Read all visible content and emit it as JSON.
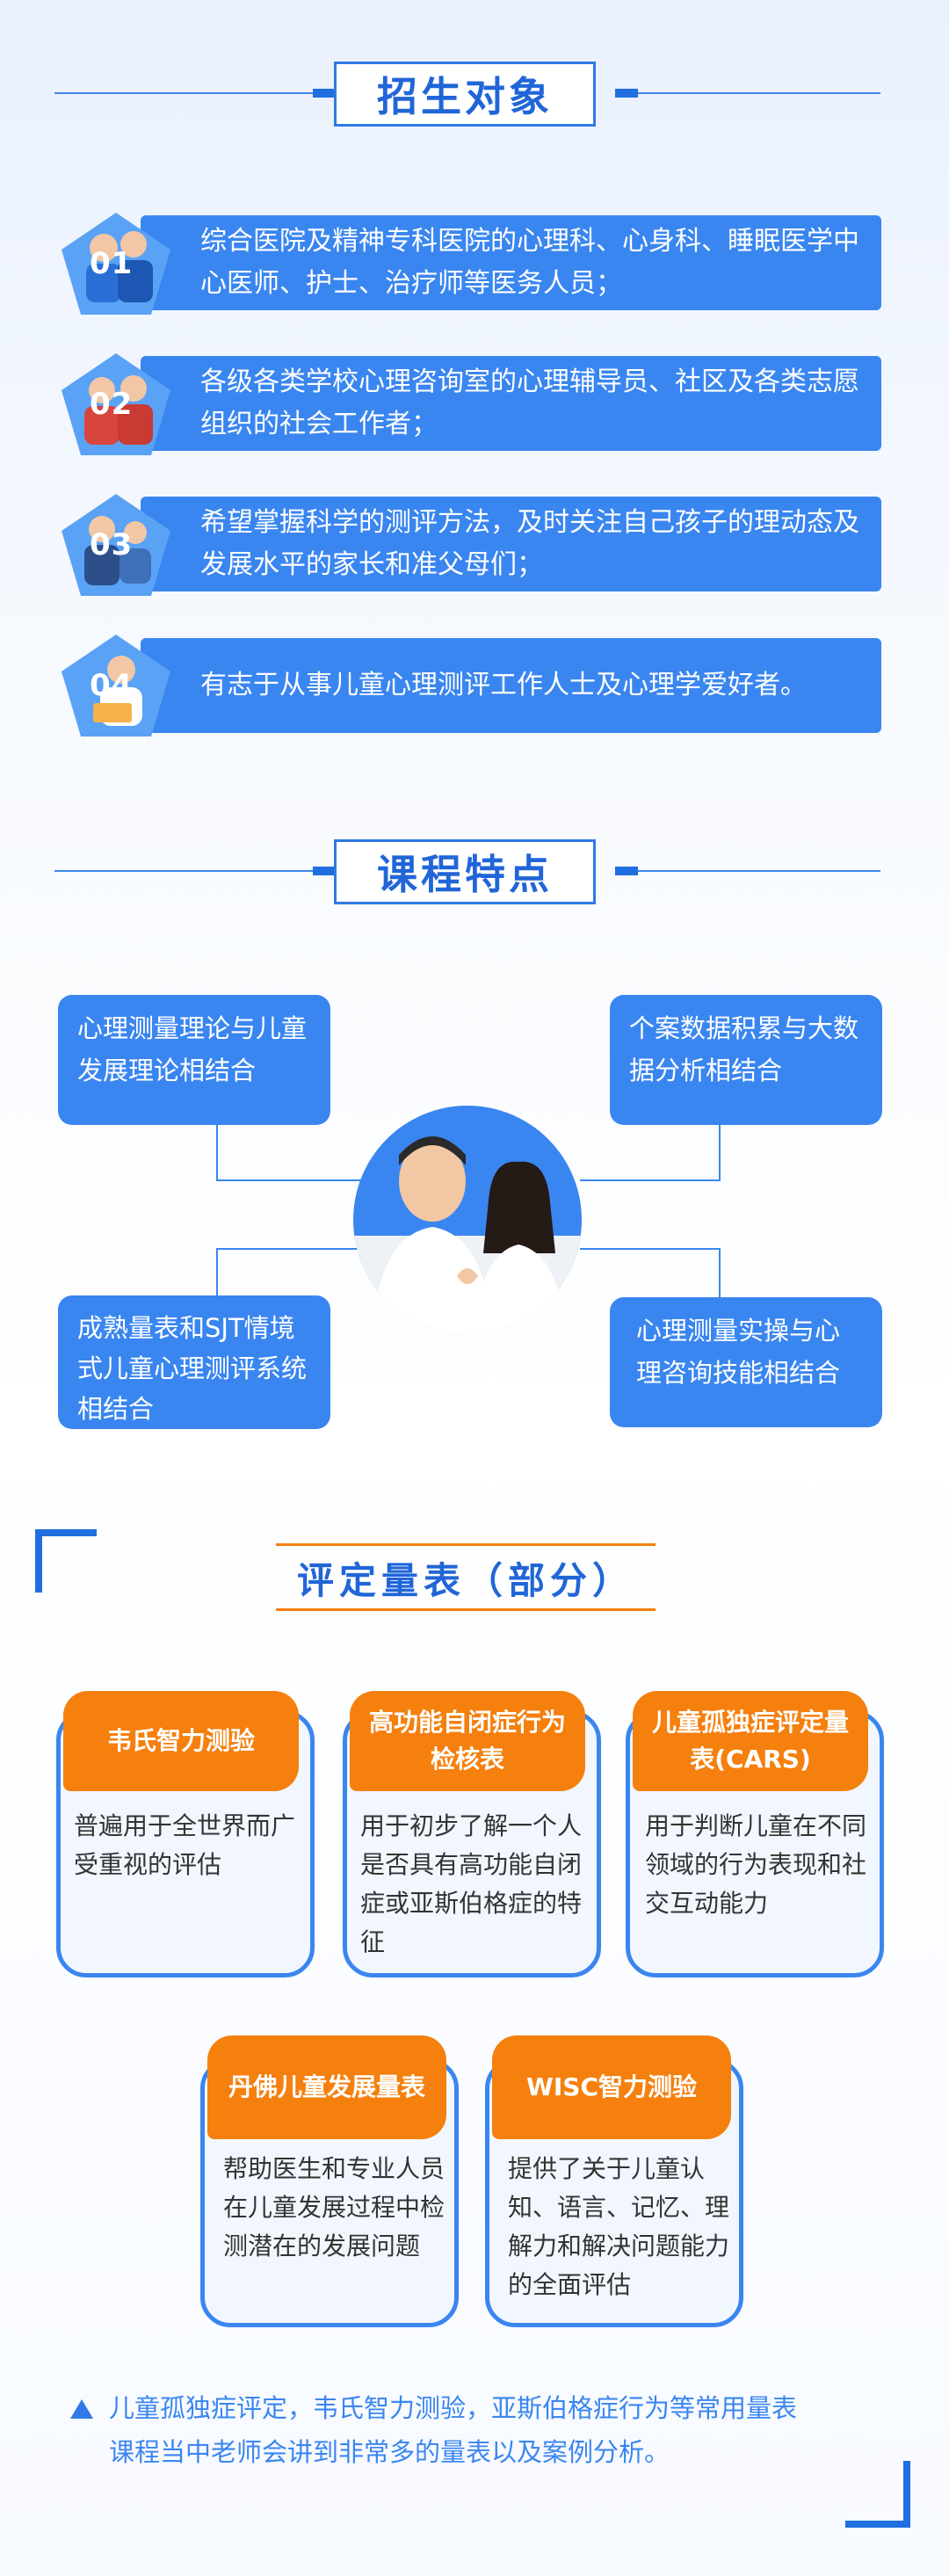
{
  "sections": {
    "targets_title": "招生对象",
    "features_title": "课程特点",
    "scales_title": "评定量表（部分）"
  },
  "targets": [
    {
      "num": "01",
      "text": "综合医院及精神专科医院的心理科、心身科、睡眠医学中心医师、护士、治疗师等医务人员；"
    },
    {
      "num": "02",
      "text": "各级各类学校心理咨询室的心理辅导员、社区及各类志愿组织的社会工作者；"
    },
    {
      "num": "03",
      "text": "希望掌握科学的测评方法，及时关注自己孩子的理动态及发展水平的家长和准父母们；"
    },
    {
      "num": "04",
      "text": "有志于从事儿童心理测评工作人士及心理学爱好者。"
    }
  ],
  "features": [
    "心理测量理论与儿童发展理论相结合",
    "个案数据积累与大数据分析相结合",
    "成熟量表和SJT情境式儿童心理测评系统相结合",
    "心理测量实操与心理咨询技能相结合"
  ],
  "scales": [
    {
      "title": "韦氏智力测验",
      "desc": "普遍用于全世界而广受重视的评估"
    },
    {
      "title": "高功能自闭症行为检核表",
      "desc": "用于初步了解一个人是否具有高功能自闭症或亚斯伯格症的特征"
    },
    {
      "title": "儿童孤独症评定量表(CARS)",
      "desc": "用于判断儿童在不同领域的行为表现和社交互动能力"
    },
    {
      "title": "丹佛儿童发展量表",
      "desc": "帮助医生和专业人员在儿童发展过程中检测潜在的发展问题"
    },
    {
      "title": "WISC智力测验",
      "desc": "提供了关于儿童认知、语言、记忆、理解力和解决问题能力的全面评估"
    }
  ],
  "note": {
    "line1": "儿童孤独症评定，韦氏智力测验，亚斯伯格症行为等常用量表",
    "line2": "课程当中老师会讲到非常多的量表以及案例分析。"
  },
  "colors": {
    "primary": "#3a86f0",
    "accent": "#f5800e",
    "title": "#2166d8"
  }
}
